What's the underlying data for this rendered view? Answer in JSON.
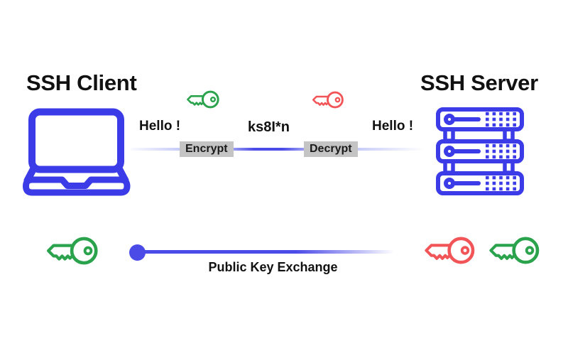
{
  "colors": {
    "blue": "#3B3BE8",
    "line_blue": "#4B4BE8",
    "green": "#2AA34C",
    "red": "#F25558",
    "label_bg": "#C4C4C4",
    "text": "#111111",
    "bg": "#FFFFFF"
  },
  "client": {
    "title": "SSH Client",
    "icon": "laptop-icon"
  },
  "server": {
    "title": "SSH Server",
    "icon": "server-rack-icon"
  },
  "encrypted_channel": {
    "plaintext_left": "Hello !",
    "encrypt_label": "Encrypt",
    "ciphertext": "ks8I*n",
    "decrypt_label": "Decrypt",
    "plaintext_right": "Hello !",
    "encrypt_key_icon": "green-key-icon",
    "decrypt_key_icon": "red-key-icon"
  },
  "key_exchange": {
    "label": "Public Key Exchange",
    "client_key_icon": "green-key-icon",
    "server_key_icons": [
      "red-key-icon",
      "green-key-icon"
    ]
  }
}
